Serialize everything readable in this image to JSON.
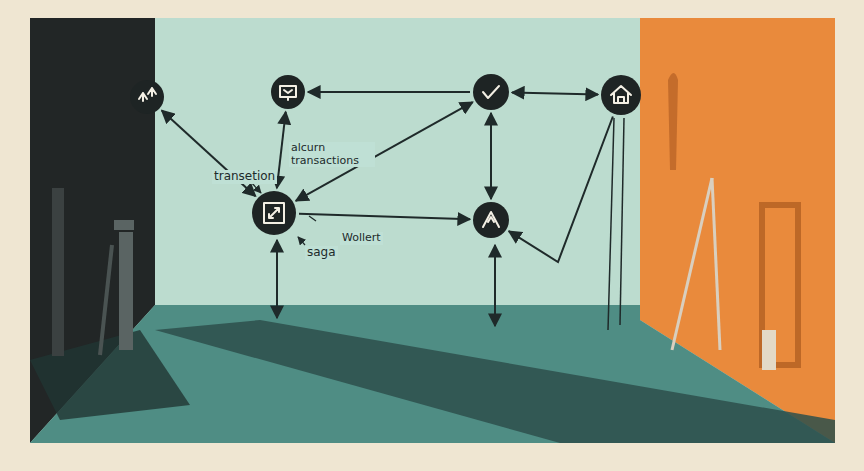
{
  "diagram": {
    "nodes": [
      {
        "text": []
      },
      {
        "text": []
      },
      {
        "text": []
      },
      {
        "text": []
      },
      {
        "text": []
      },
      {
        "text": []
      }
    ],
    "edges": [
      {
        "from": 0,
        "to": 4,
        "arrow": "both"
      },
      {
        "from": 1,
        "to": 4,
        "arrow": "both",
        "label": "alcurn transactions"
      },
      {
        "from": 2,
        "to": 1,
        "arrow": "to"
      },
      {
        "from": 2,
        "to": 4,
        "arrow": "both"
      },
      {
        "from": 2,
        "to": 3,
        "arrow": "both"
      },
      {
        "from": 2,
        "to": 5,
        "arrow": "both"
      },
      {
        "from": 4,
        "to": 5,
        "arrow": "to",
        "label": "Wollert"
      },
      {
        "from": 3,
        "to": 5,
        "arrow": "to"
      }
    ],
    "labels": [
      "transetion",
      "saga"
    ]
  }
}
